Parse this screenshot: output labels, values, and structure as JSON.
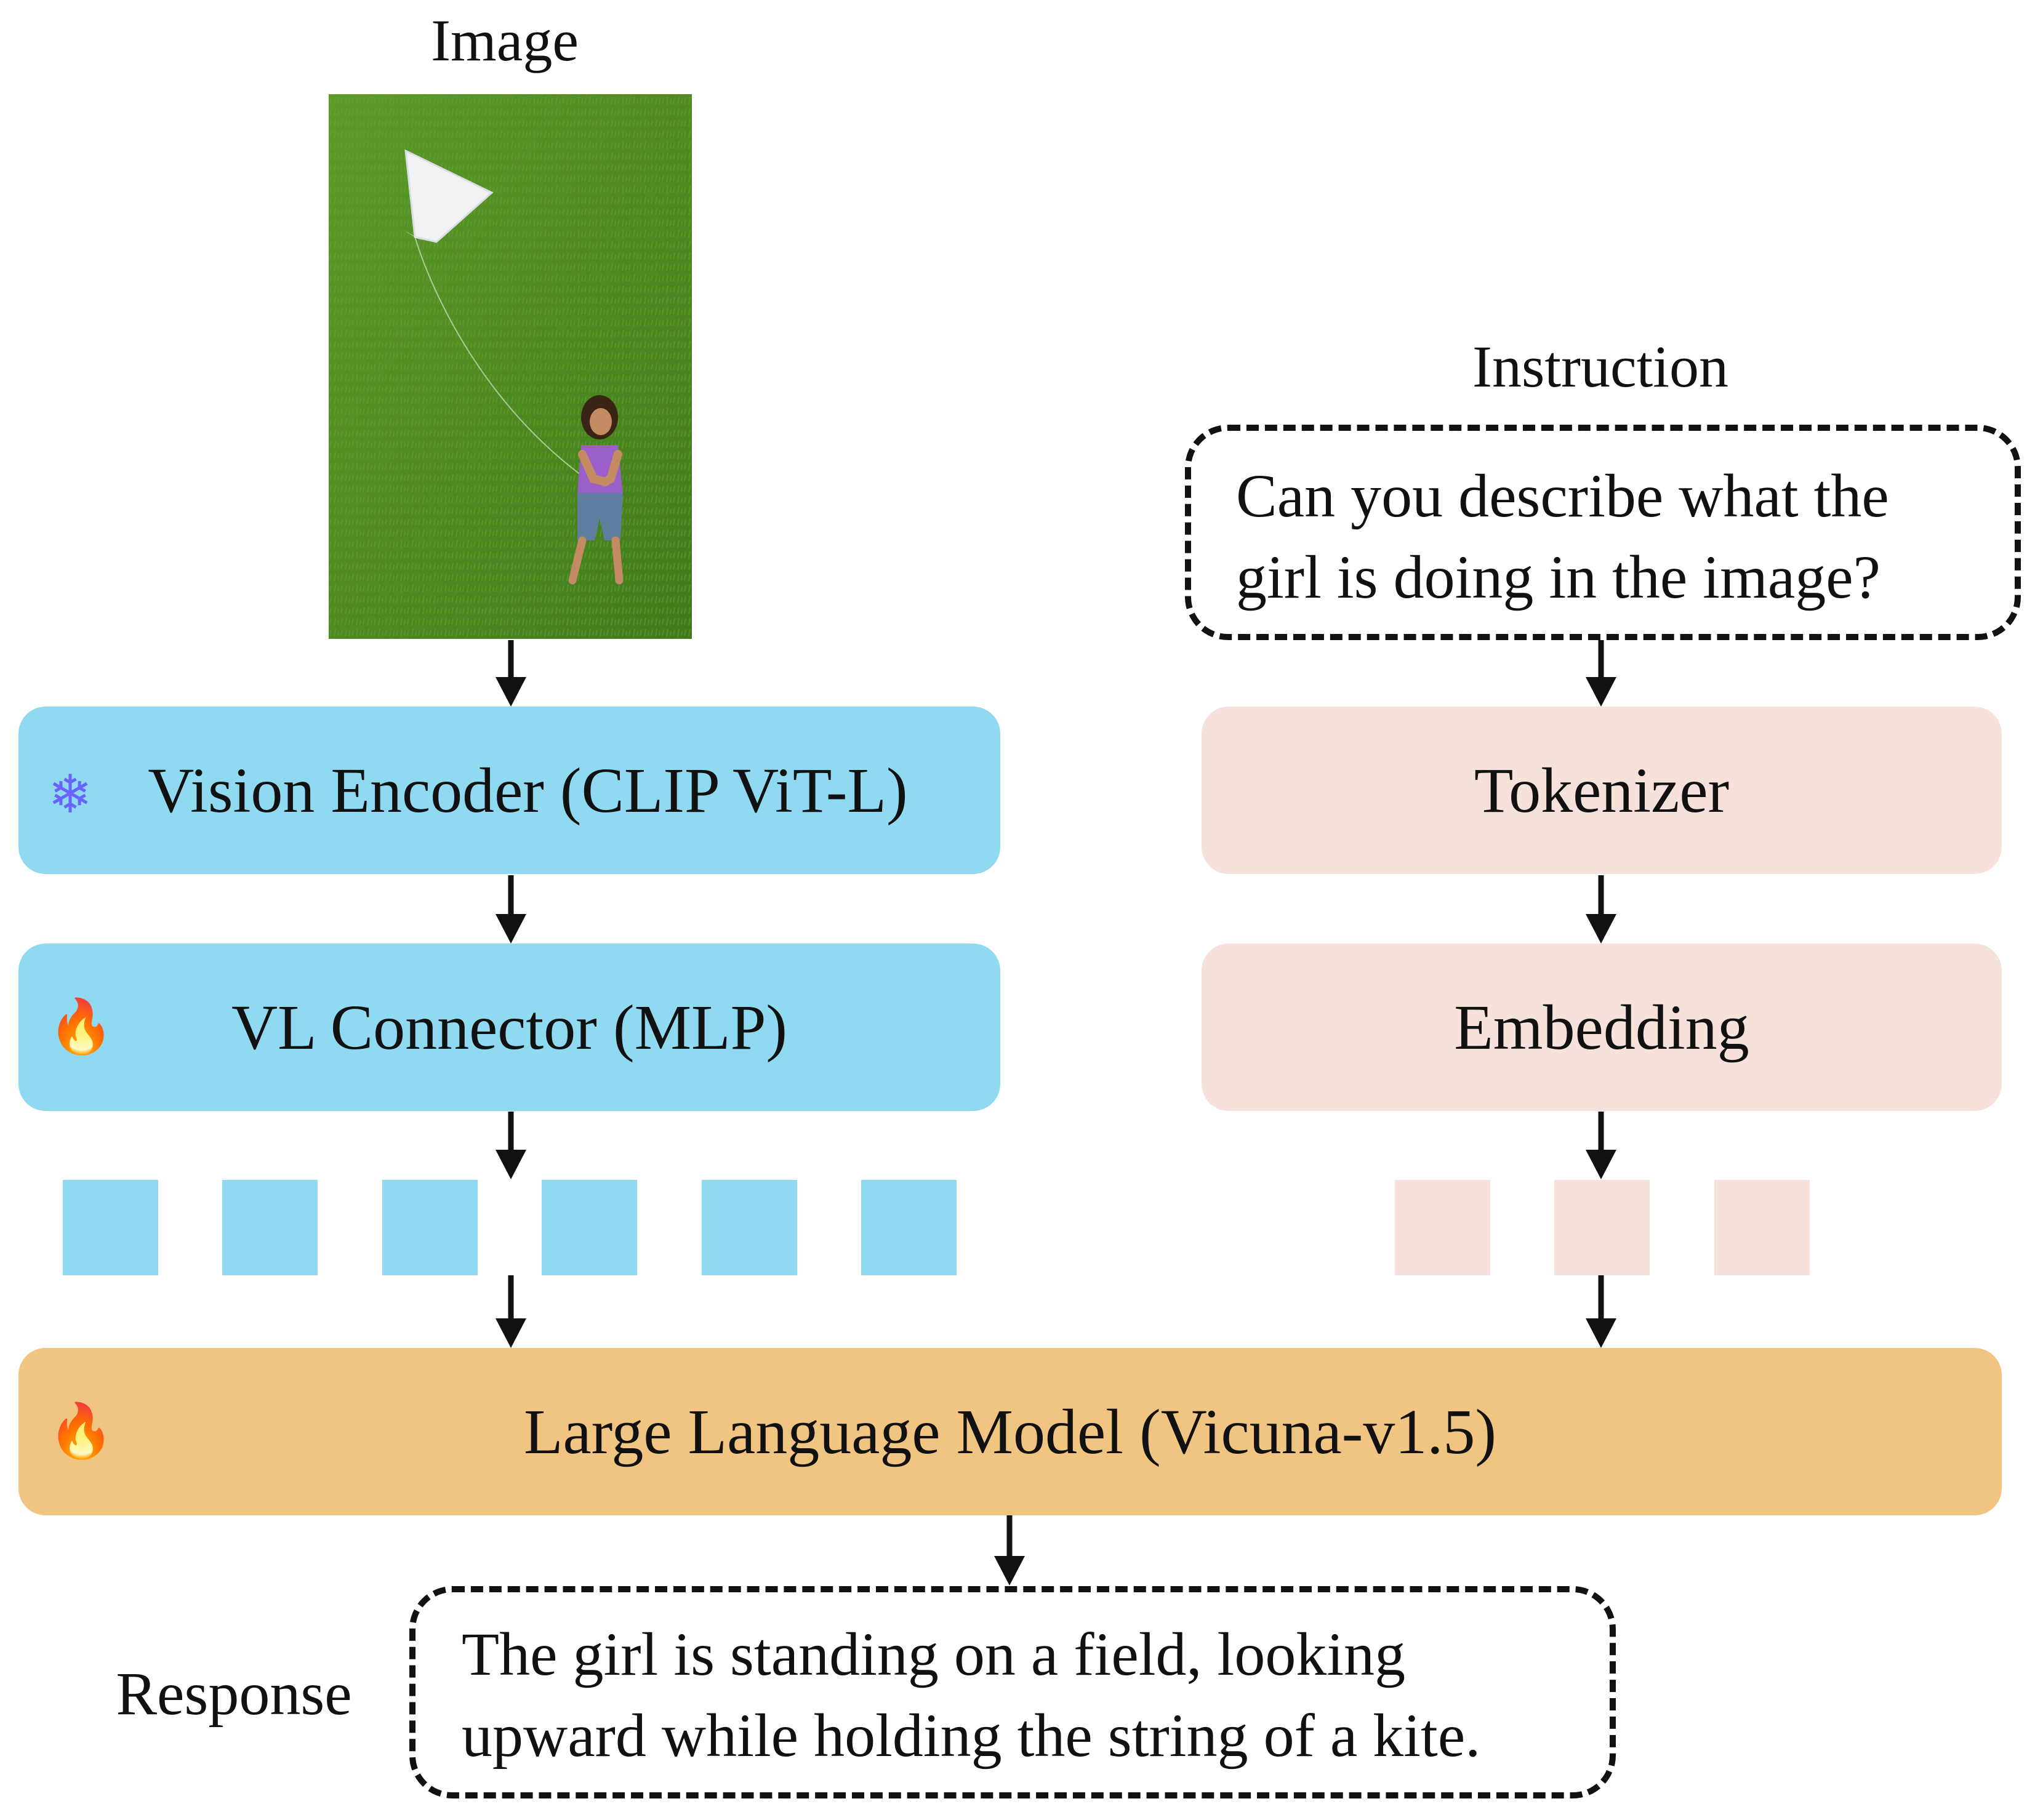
{
  "image_label": "Image",
  "instruction_label": "Instruction",
  "instruction_text": [
    "Can you describe what the",
    "girl is doing in the image?"
  ],
  "vision_encoder": "Vision Encoder (CLIP ViT-L)",
  "vl_connector": "VL Connector (MLP)",
  "tokenizer": "Tokenizer",
  "embedding": "Embedding",
  "llm": "Large Language Model (Vicuna-v1.5)",
  "response_label": "Response",
  "response_text": [
    "The girl is standing on a field, looking",
    "upward while holding the string of a kite."
  ],
  "icons": {
    "frozen": "snowflake-icon",
    "trainable": "fire-icon"
  },
  "colors": {
    "vision": "#8fdaf0",
    "text": "#f6e2db",
    "llm": "#f0c481"
  },
  "visual_token_count": 6,
  "text_token_count": 3
}
